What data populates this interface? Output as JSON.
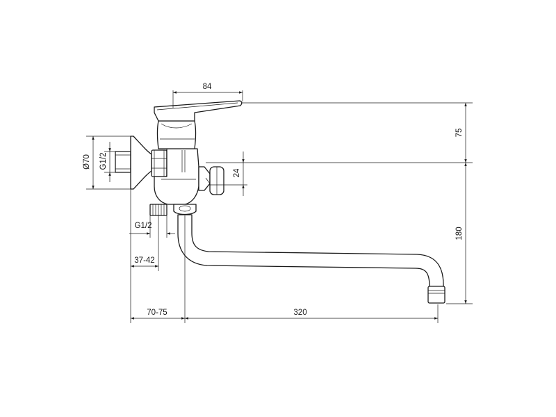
{
  "dimensions": {
    "d84": "84",
    "d75": "75",
    "d24": "24",
    "d180": "180",
    "d70": "Ø70",
    "g12_left": "G1/2",
    "g12_bottom": "G1/2",
    "d37_42": "37-42",
    "d70_75": "70-75",
    "d320": "320"
  }
}
